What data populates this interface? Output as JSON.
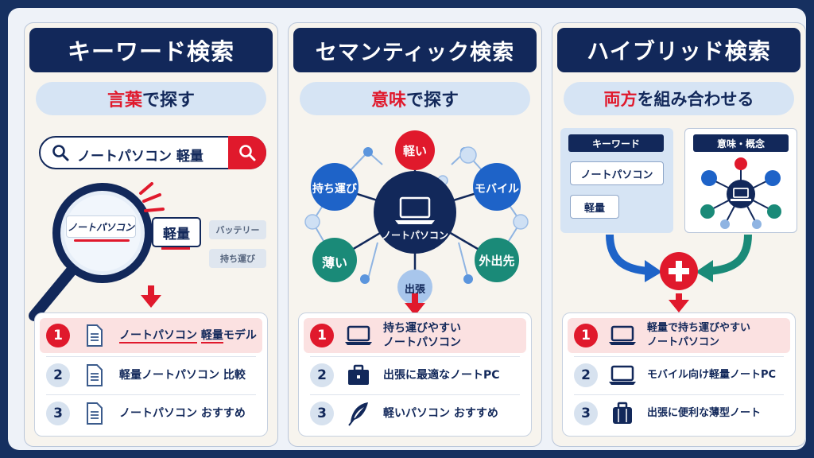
{
  "panels": [
    {
      "title": "キーワード検索",
      "sub_hl": "言葉",
      "sub_rest": "で探す",
      "search_query": "ノートパソコン 軽量",
      "lens_word": "ノートパソコン",
      "kw_main": "軽量",
      "kw_tags": [
        "バッテリー",
        "持ち運び"
      ],
      "results": [
        {
          "num": "1",
          "text_a": "ノートパソコン",
          "text_b": "軽量",
          "text_c": "モデル",
          "icon": "document-icon"
        },
        {
          "num": "2",
          "text": "軽量ノートパソコン 比較",
          "icon": "document-icon"
        },
        {
          "num": "3",
          "text": "ノートパソコン おすすめ",
          "icon": "document-icon"
        }
      ]
    },
    {
      "title": "セマンティック検索",
      "sub_hl": "意味",
      "sub_rest": "で探す",
      "center": "ノートパソコン",
      "nodes": {
        "karui": "軽い",
        "mochihakobi": "持ち運び",
        "mobile": "モバイル",
        "usui": "薄い",
        "gaishutsu": "外出先",
        "shuccho": "出張"
      },
      "results": [
        {
          "num": "1",
          "line1": "持ち運びやすい",
          "line2": "ノートパソコン",
          "icon": "laptop-icon"
        },
        {
          "num": "2",
          "text": "出張に最適なノートPC",
          "icon": "briefcase-icon"
        },
        {
          "num": "3",
          "text": "軽いパソコン おすすめ",
          "icon": "feather-icon"
        }
      ]
    },
    {
      "title": "ハイブリッド検索",
      "sub_hl": "両方",
      "sub_rest": "を組み合わせる",
      "kw_label": "キーワード",
      "kw_items": [
        "ノートパソコン",
        "軽量"
      ],
      "sem_label": "意味・概念",
      "results": [
        {
          "num": "1",
          "line1": "軽量で持ち運びやすい",
          "line2": "ノートパソコン",
          "icon": "laptop-icon"
        },
        {
          "num": "2",
          "text": "モバイル向け軽量ノートPC",
          "icon": "laptop-icon"
        },
        {
          "num": "3",
          "text": "出張に便利な薄型ノート",
          "icon": "suitcase-icon"
        }
      ]
    }
  ],
  "colors": {
    "navy": "#12285a",
    "red": "#e0192c",
    "blue": "#1e63c8",
    "teal": "#1a8a78",
    "light_blue": "#d6e4f4"
  }
}
